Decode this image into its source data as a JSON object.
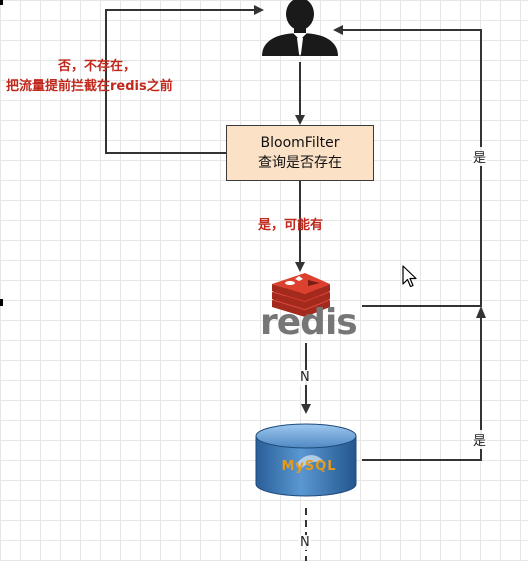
{
  "diagram": {
    "bloom_filter": {
      "name": "BloomFilter",
      "desc": "查询是否存在"
    },
    "labels": {
      "not_exist_line1": "否，不存在，",
      "not_exist_line2": "把流量提前拦截在redis之前",
      "maybe_exist": "是，可能有",
      "yes_right_top": "是",
      "yes_right_bottom": "是",
      "no_redis_to_mysql": "N",
      "no_mysql_down": "N"
    },
    "redis_logo_text": "redis",
    "mysql_logo_text": "MySQL",
    "colors": {
      "label_red": "#c0281c",
      "box_fill": "#fbe2c7",
      "redis_red": "#d33a2c",
      "redis_gray": "#767676",
      "mysql_blue": "#2f6fae",
      "mysql_orange": "#e39b1d"
    }
  }
}
